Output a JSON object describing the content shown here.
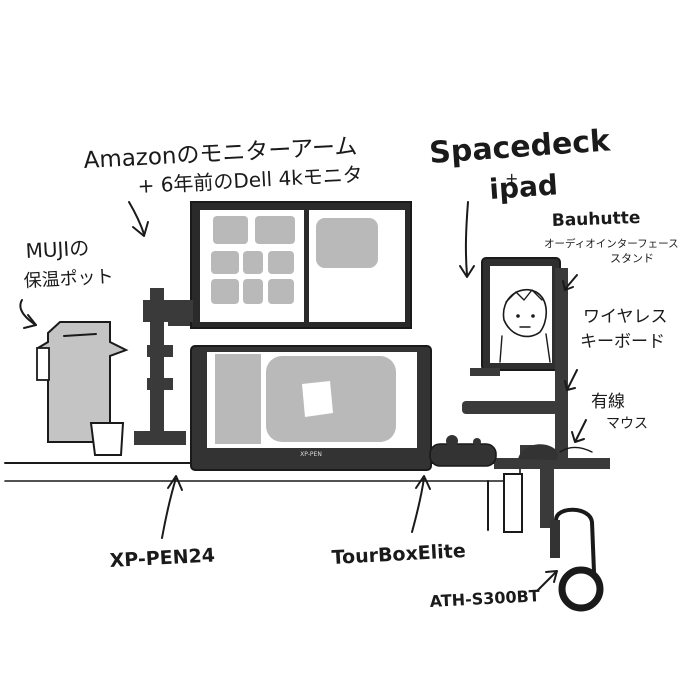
{
  "labels": {
    "monitor_arm_line1": "Amazonのモニターアーム",
    "monitor_arm_line2": "+ 6年前のDell 4kモニタ",
    "spacedeck_line1": "Spacedeck",
    "spacedeck_plus": "+",
    "spacedeck_line2": "ipad",
    "bauhutte_line1": "Bauhutte",
    "bauhutte_line2": "オーディオインターフェース",
    "bauhutte_line3": "スタンド",
    "muji_line1": "MUJIの",
    "muji_line2": "保温ポット",
    "keyboard_line1": "ワイヤレス",
    "keyboard_line2": "キーボード",
    "mouse_line1": "有線",
    "mouse_line2": "マウス",
    "tablet_brand": "XP-PEN",
    "xppen": "XP-PEN24",
    "tourbox": "TourBoxElite",
    "headphones": "ATH-S300BT"
  },
  "colors": {
    "ink": "#1a1a1a",
    "gray_fill": "#b9b9b9",
    "pot_gray": "#c4c4c4",
    "panel_light": "#ffffff"
  }
}
